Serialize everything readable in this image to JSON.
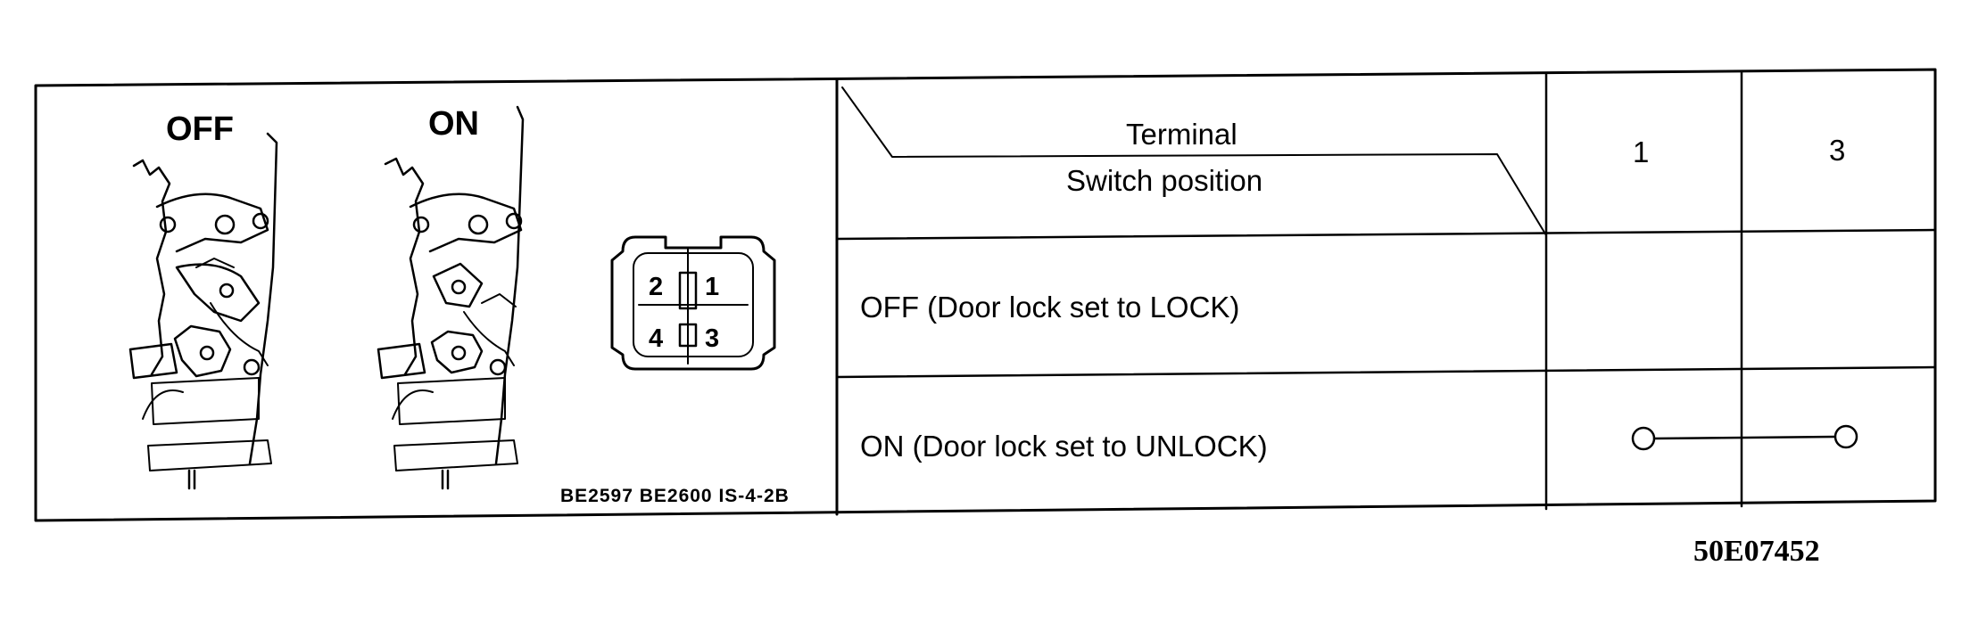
{
  "illustration": {
    "off_label": "OFF",
    "on_label": "ON",
    "connector_pins": [
      "2",
      "1",
      "4",
      "3"
    ],
    "figure_codes": "BE2597 BE2600 IS-4-2B"
  },
  "table": {
    "corner_top": "Terminal",
    "corner_bottom": "Switch position",
    "terminals": [
      "1",
      "3"
    ],
    "rows": [
      {
        "label": "OFF (Door lock set to LOCK)",
        "continuity": false
      },
      {
        "label": "ON (Door lock set to UNLOCK)",
        "continuity": true
      }
    ]
  },
  "reference_code": "50E07452"
}
